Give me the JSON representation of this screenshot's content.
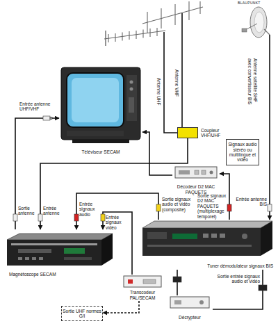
{
  "diagram": {
    "nodes": [
      {
        "text": [
          "Téléviseur SECAM"
        ]
      },
      {
        "text": [
          "Coupleur VHF/UHF"
        ]
      },
      {
        "text": [
          "Signaux audio stéréo ou multilingue et vidéo"
        ]
      },
      {
        "text": [
          "Décodeur D2 MAC PAQUETS"
        ]
      },
      {
        "text": [
          "Magnétoscope SECAM"
        ]
      },
      {
        "text": [
          "Tuner démodulateur signaux BIS"
        ]
      },
      {
        "text": [
          "Transcodeur PAL/SECAM"
        ]
      },
      {
        "text": [
          "Sortie UHF normes G/I"
        ]
      },
      {
        "text": [
          "Décrypteur"
        ]
      }
    ],
    "edges": [
      {
        "from": 1,
        "to": 4,
        "arrow": "to"
      },
      {
        "from": 4,
        "to": 0,
        "arrow": "to"
      },
      {
        "from": 5,
        "to": 3,
        "arrow": "to"
      },
      {
        "from": 3,
        "to": 0,
        "arrow": "to"
      },
      {
        "from": 5,
        "to": 4,
        "arrow": "to"
      },
      {
        "from": 6,
        "to": 4,
        "arrow": "to"
      },
      {
        "from": 6,
        "to": 7,
        "arrow": "to"
      },
      {
        "from": 5,
        "to": 8,
        "arrow": "none"
      },
      {
        "from": 8,
        "to": 5,
        "arrow": "none"
      }
    ],
    "labels": [
      "Antenne UHF",
      "Antenne VHF",
      "Antenne satellite SHF avec convertisseur BIS",
      "BLAUPUNKT",
      "Entrée antenne UHF/VHF",
      "Sortie antenne",
      "Entrée antenne",
      "Entrée signaux audio",
      "Entrée signaux vidéo",
      "Sortie signaux audio et vidéo (composite)",
      "Sortie signaux D2 MAC PAQUETS (multiplexage temporel)",
      "Entrée antenne BIS",
      "Sortie entrée signaux audio et vidéo"
    ]
  }
}
